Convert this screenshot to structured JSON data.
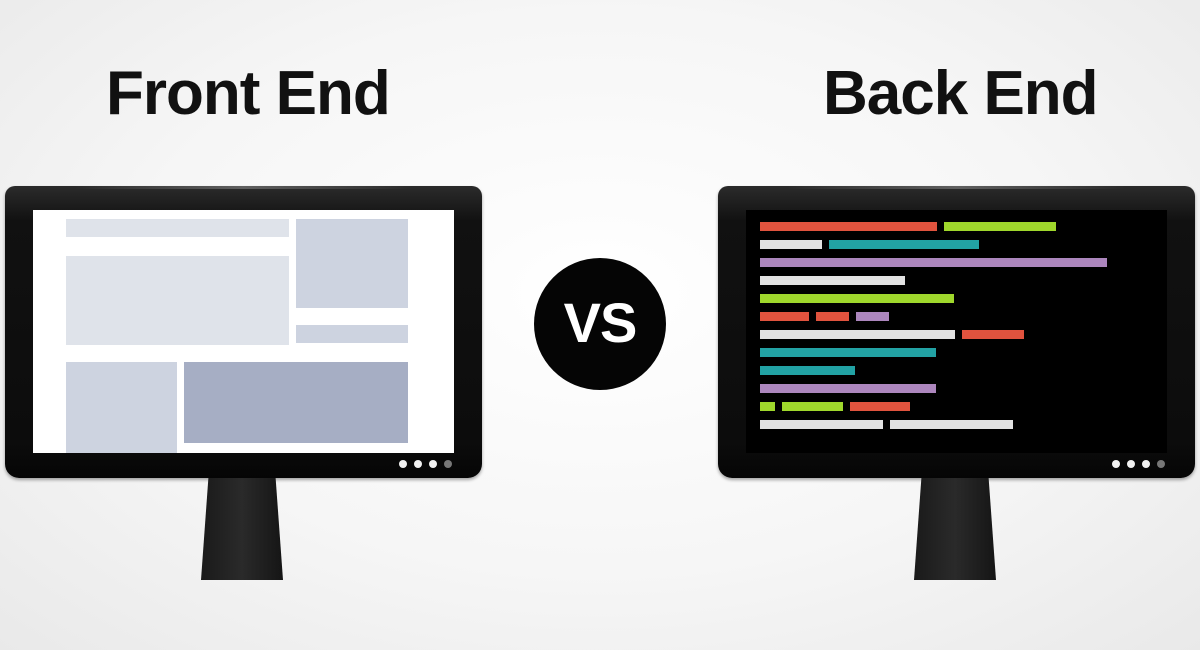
{
  "titles": {
    "front": "Front End",
    "back": "Back End"
  },
  "vs_badge": {
    "text": "VS"
  },
  "colors": {
    "bezel": "#0c0c0c",
    "wire_light": "#dfe3ea",
    "wire_mid": "#cdd3e0",
    "wire_dark": "#a6aec4",
    "code_red": "#e0533e",
    "code_green": "#9fd72c",
    "code_gray": "#e2e2e2",
    "code_teal": "#22a2a4",
    "code_purple": "#ac86bd"
  },
  "front_end_blocks": [
    {
      "color": "#dfe3ea"
    },
    {
      "color": "#cdd3e0"
    },
    {
      "color": "#dfe3ea"
    },
    {
      "color": "#cdd3e0"
    },
    {
      "color": "#cdd3e0"
    },
    {
      "color": "#a6aec4"
    }
  ],
  "code_lines": [
    [
      {
        "color": "#e0533e"
      },
      {
        "color": "#9fd72c"
      }
    ],
    [
      {
        "color": "#e2e2e2"
      },
      {
        "color": "#22a2a4"
      }
    ],
    [
      {
        "color": "#ac86bd"
      }
    ],
    [
      {
        "color": "#e2e2e2"
      }
    ],
    [
      {
        "color": "#9fd72c"
      }
    ],
    [
      {
        "color": "#e0533e"
      },
      {
        "color": "#e0533e"
      },
      {
        "color": "#ac86bd"
      }
    ],
    [
      {
        "color": "#e2e2e2"
      },
      {
        "color": "#e0533e"
      }
    ],
    [
      {
        "color": "#22a2a4"
      }
    ],
    [
      {
        "color": "#22a2a4"
      }
    ],
    [
      {
        "color": "#ac86bd"
      }
    ],
    [
      {
        "color": "#9fd72c"
      },
      {
        "color": "#9fd72c"
      },
      {
        "color": "#e0533e"
      }
    ],
    [
      {
        "color": "#e2e2e2"
      },
      {
        "color": "#e2e2e2"
      }
    ]
  ],
  "indicator_dots": 4
}
